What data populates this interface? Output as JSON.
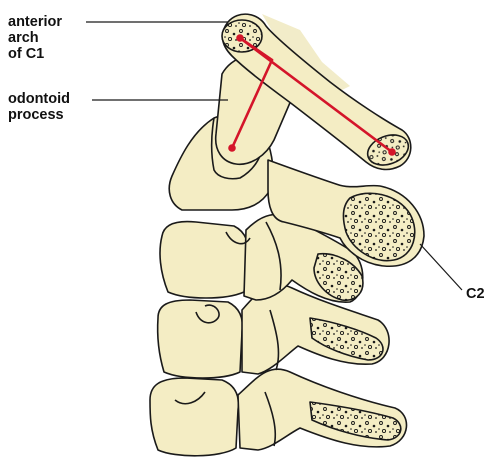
{
  "labels": {
    "anterior_arch_line1": "anterior",
    "anterior_arch_line2": "arch",
    "anterior_arch_line3": "of C1",
    "odontoid_line1": "odontoid",
    "odontoid_line2": "process",
    "c2": "C2"
  },
  "colors": {
    "bone_fill": "#f4edc4",
    "bone_outline": "#1a1a1a",
    "measurement_line": "#d4152a",
    "shadow": "#e9e2b6"
  }
}
